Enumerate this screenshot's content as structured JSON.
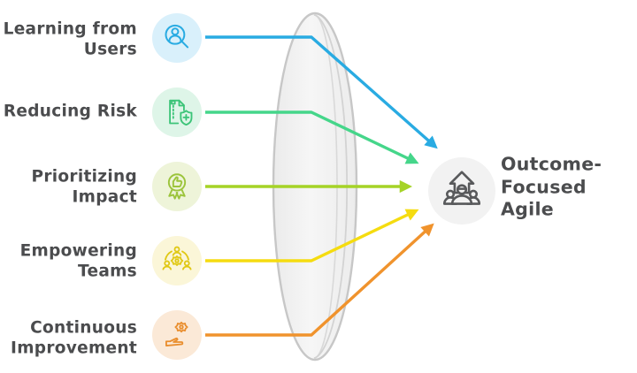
{
  "background": "#ffffff",
  "text_color": "#4b4c4e",
  "lens": {
    "fill": "#f1f1f1",
    "stroke": "#c7c7c7"
  },
  "items": [
    {
      "label": "Learning from Users",
      "icon": "user-search-icon",
      "icon_color": "#29abe2",
      "icon_bg": "#d9f0fb",
      "line_color": "#29abe2"
    },
    {
      "label": "Reducing Risk",
      "icon": "document-shield-icon",
      "icon_color": "#3cc478",
      "icon_bg": "#def5e8",
      "line_color": "#45d68a"
    },
    {
      "label": "Prioritizing Impact",
      "icon": "award-thumbs-up-icon",
      "icon_color": "#9cc43c",
      "icon_bg": "#eef4d9",
      "line_color": "#a5d327"
    },
    {
      "label": "Empowering Teams",
      "icon": "team-gear-icon",
      "icon_color": "#e0c814",
      "icon_bg": "#fbf6d8",
      "line_color": "#f5dc10"
    },
    {
      "label": "Continuous Improvement",
      "icon": "gear-hand-icon",
      "icon_color": "#e98e2e",
      "icon_bg": "#fbe9d7",
      "line_color": "#f0932d"
    }
  ],
  "outcome": {
    "label": "Outcome-Focused Agile",
    "icon": "growth-team-icon",
    "icon_color": "#58595b",
    "circle_bg": "#f2f2f2"
  }
}
